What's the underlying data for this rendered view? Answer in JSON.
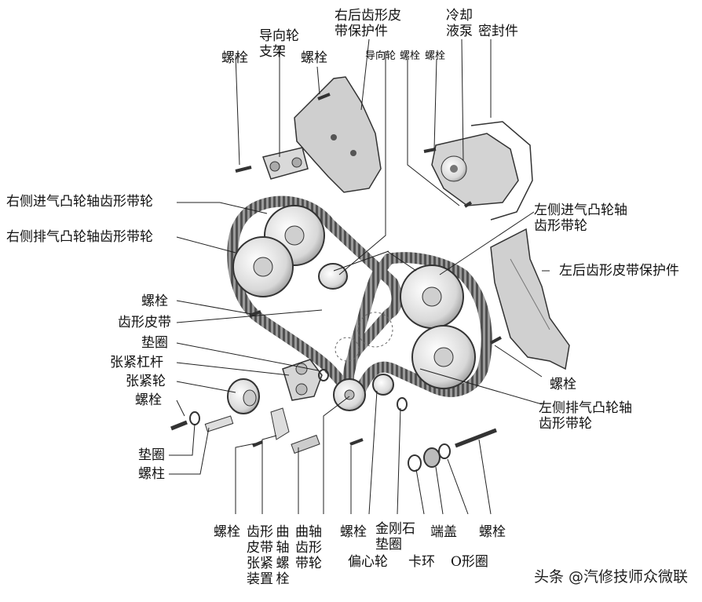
{
  "labels": {
    "bolt": "螺栓",
    "idler_bracket": "导向轮支架",
    "rr_cover": "右后齿形皮带保护件",
    "idler": "导向轮",
    "bolt_small": "螺栓",
    "coolant_pump": "冷却液泵",
    "seal": "密封件",
    "r_intake": "右侧进气凸轮轴齿形带轮",
    "r_exhaust": "右侧排气凸轮轴齿形带轮",
    "l_intake": "左侧进气凸轮轴齿形带轮",
    "lr_cover": "左后齿形皮带保护件",
    "belt": "齿形皮带",
    "washer": "垫圈",
    "tension_lever": "张紧杠杆",
    "tensioner": "张紧轮",
    "stud": "螺柱",
    "l_exhaust": "左侧排气凸轮轴齿形带轮",
    "tension_device": "齿形皮带张紧装置",
    "crank_bolt": "曲轴螺栓",
    "crank_sprocket": "曲轴齿形带轮",
    "eccentric": "偏心轮",
    "diamond_washer": "金刚石垫圈",
    "circlip": "卡环",
    "end_cap": "端盖",
    "oring": "O形圈"
  },
  "watermark": "头条 @汽修技师众微联"
}
